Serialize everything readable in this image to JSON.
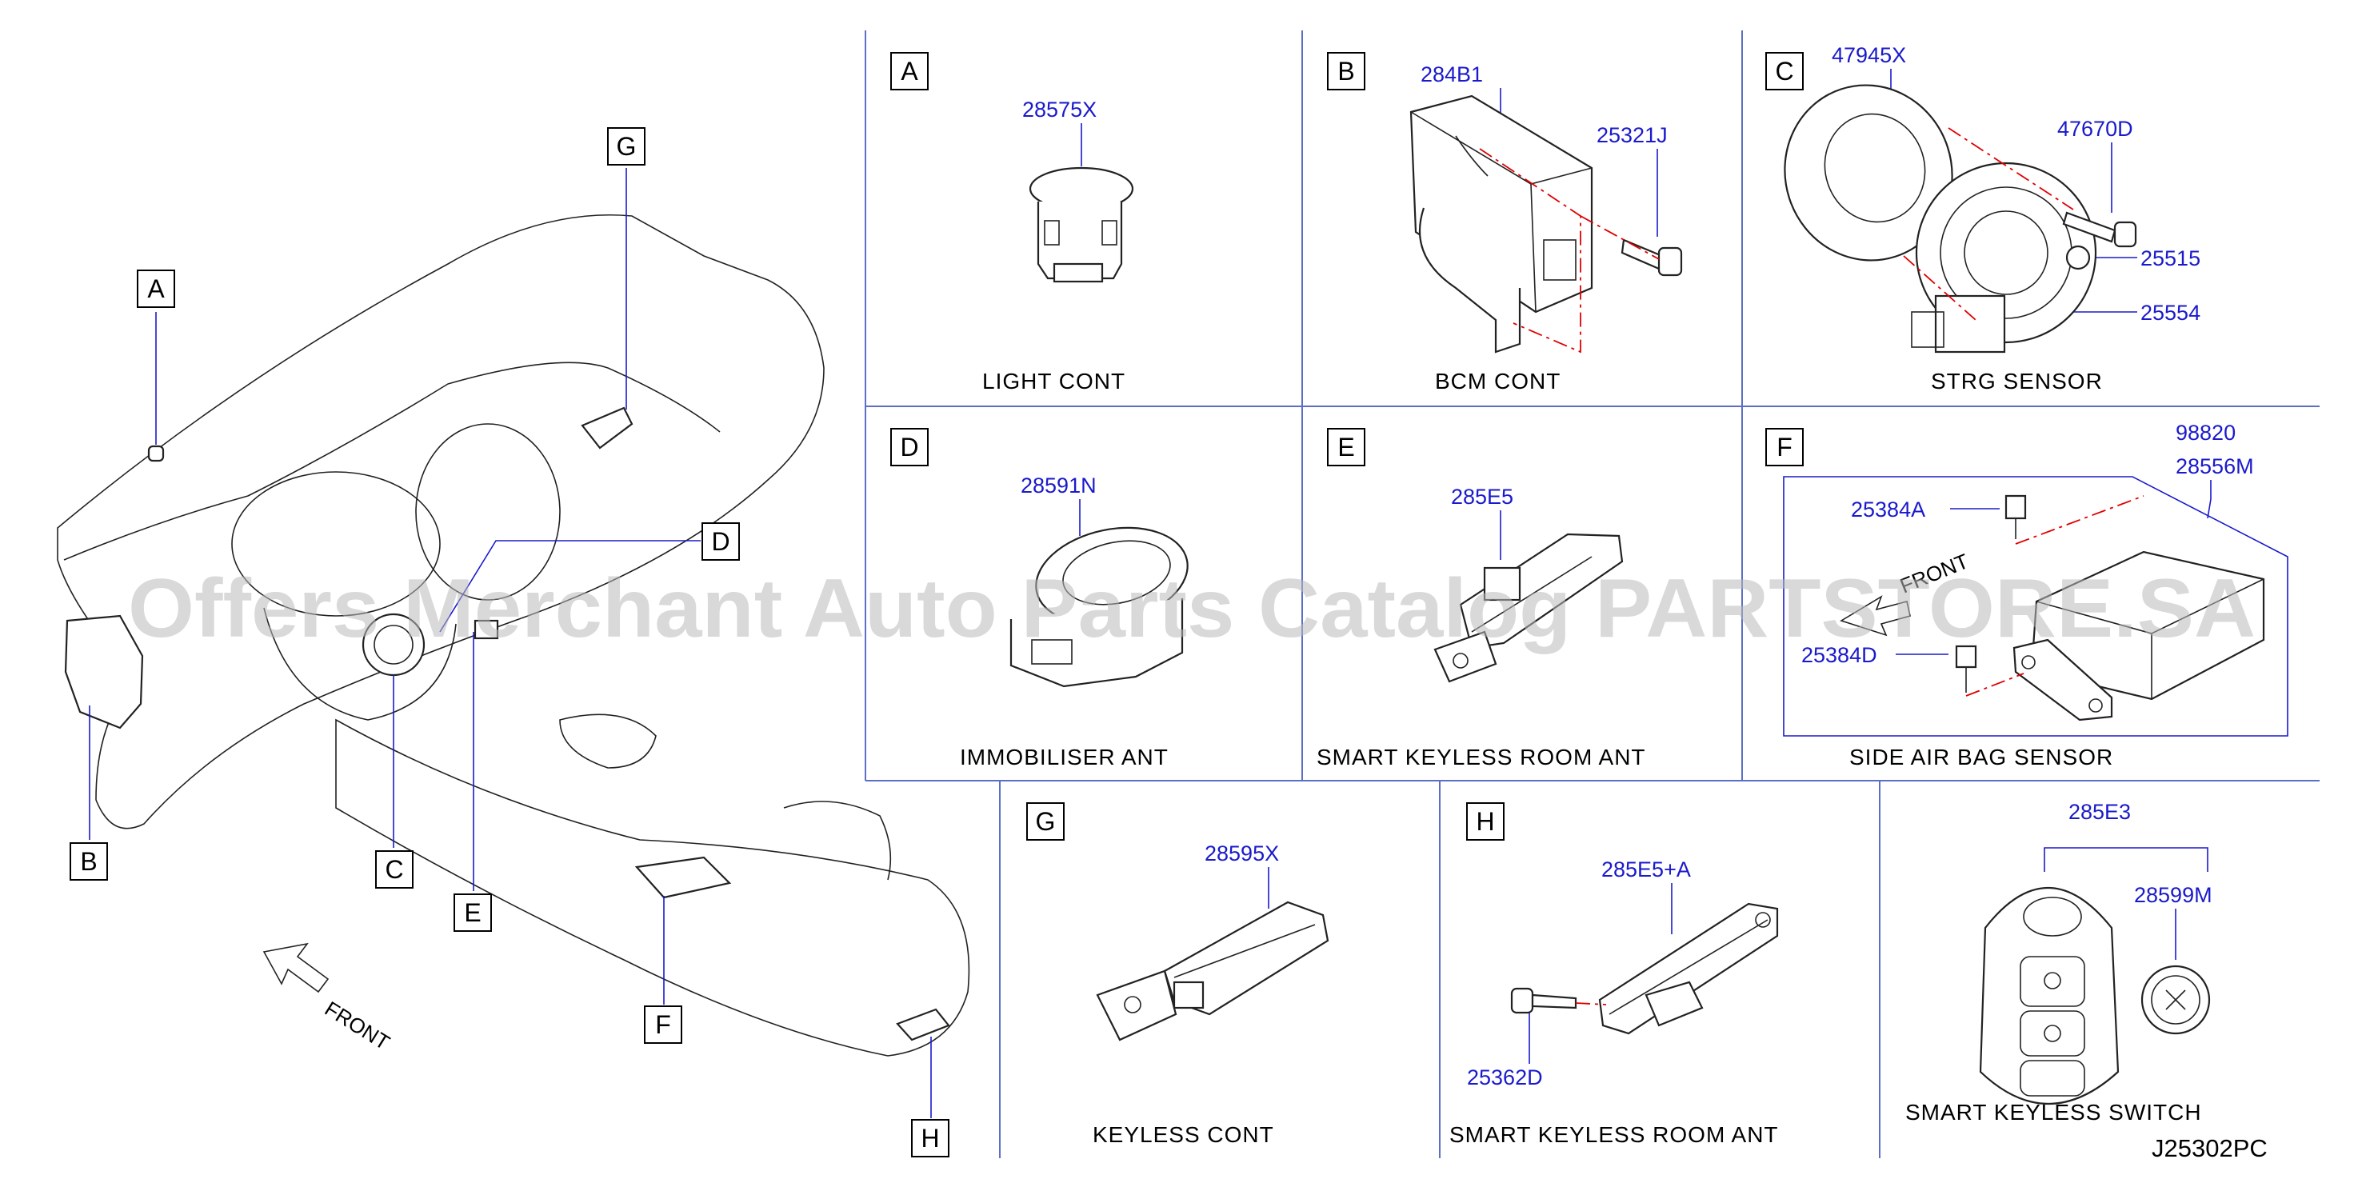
{
  "overview": {
    "markers": [
      "A",
      "B",
      "C",
      "D",
      "E",
      "F",
      "G",
      "H"
    ],
    "front_label": "FRONT"
  },
  "panels": [
    {
      "key": "A",
      "caption": "LIGHT   CONT",
      "parts": [
        "28575X"
      ]
    },
    {
      "key": "B",
      "caption": "BCM   CONT",
      "parts": [
        "284B1",
        "25321J"
      ]
    },
    {
      "key": "C",
      "caption": "STRG   SENSOR",
      "parts": [
        "47945X",
        "47670D",
        "25515",
        "25554"
      ]
    },
    {
      "key": "D",
      "caption": "IMMOBILISER   ANT",
      "parts": [
        "28591N"
      ]
    },
    {
      "key": "E",
      "caption": "SMART   KEYLESS   ROOM   ANT",
      "parts": [
        "285E5"
      ]
    },
    {
      "key": "F",
      "caption": "SIDE   AIR   BAG   SENSOR",
      "parts": [
        "98820",
        "28556M",
        "25384A",
        "25384D"
      ],
      "front_label": "FRONT"
    },
    {
      "key": "G",
      "caption": "KEYLESS   CONT",
      "parts": [
        "28595X"
      ]
    },
    {
      "key": "H",
      "caption": "SMART   KEYLESS   ROOM   ANT",
      "parts": [
        "285E5+A",
        "25362D"
      ]
    },
    {
      "key": "",
      "caption": "SMART   KEYLESS   SWITCH",
      "parts": [
        "285E3",
        "28599M"
      ]
    }
  ],
  "diagram_code": "J25302PC",
  "watermark": "Offers Merchant Auto Parts Catalog PARTSTORE.SA"
}
